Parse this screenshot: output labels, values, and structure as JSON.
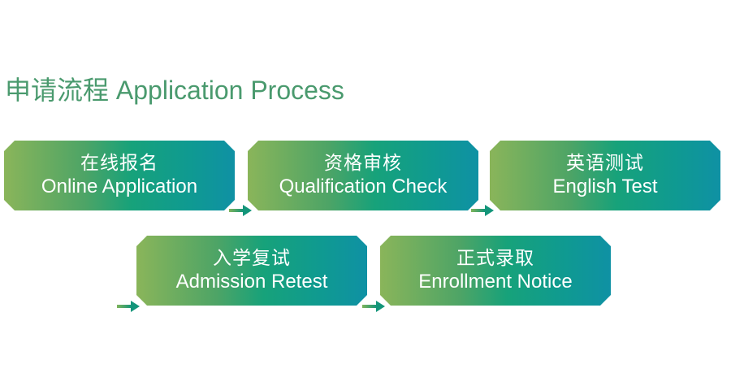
{
  "header": {
    "title": "申请流程 Application Process"
  },
  "steps": [
    {
      "cn": "在线报名",
      "en": "Online Application"
    },
    {
      "cn": "资格审核",
      "en": "Qualification Check"
    },
    {
      "cn": "英语测试",
      "en": "English Test"
    },
    {
      "cn": "入学复试",
      "en": "Admission Retest"
    },
    {
      "cn": "正式录取",
      "en": "Enrollment Notice"
    }
  ],
  "colors": {
    "title": "#4a9a6e",
    "gradient_start": "#8ab55a",
    "gradient_mid": "#17a27a",
    "gradient_end": "#0f91a4",
    "step_text": "#ffffff",
    "arrow": "#1f9a6a"
  },
  "icons": {
    "arrow": "arrow-right-icon"
  }
}
